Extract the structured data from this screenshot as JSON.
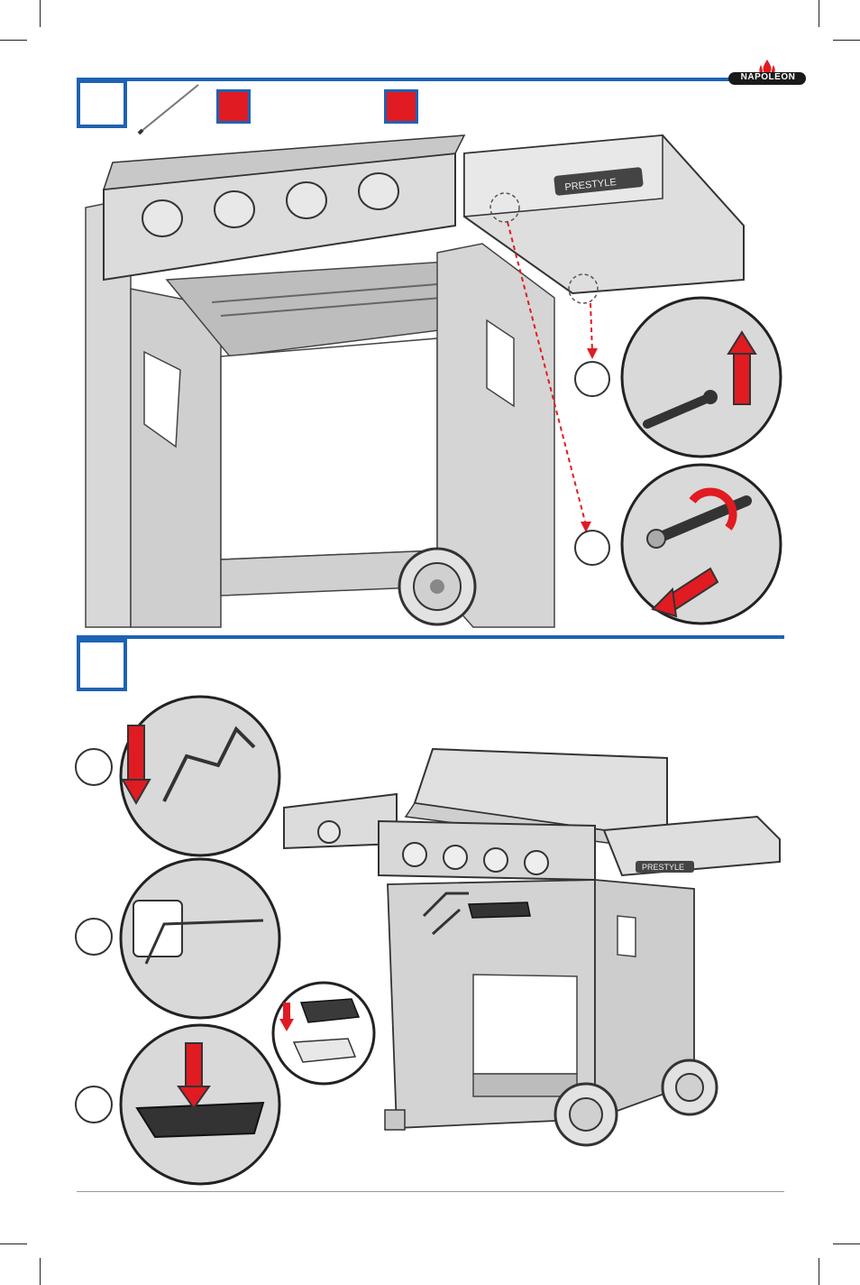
{
  "brand": {
    "name": "NAPOLEON",
    "accent_blue": "#1f62b3",
    "accent_red": "#e11b22"
  },
  "illustrations": {
    "step1_badge": "PRESTYLE",
    "step2_badge": "PRESTYLE"
  }
}
